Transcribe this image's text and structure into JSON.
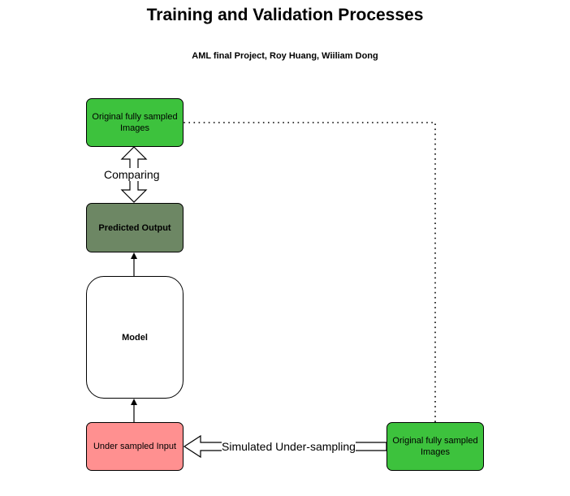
{
  "header": {
    "title": "Training and Validation Processes",
    "subtitle": "AML final Project, Roy Huang, Wiiliam Dong"
  },
  "nodes": {
    "original_top": {
      "label": "Original fully sampled Images",
      "fill": "#3dc23d"
    },
    "predicted": {
      "label": "Predicted Output",
      "fill": "#6d8764"
    },
    "model": {
      "label": "Model",
      "fill": "#ffffff"
    },
    "undersampled": {
      "label": "Under sampled Input",
      "fill": "#ff9090"
    },
    "original_bottom": {
      "label": "Original fully sampled Images",
      "fill": "#3dc23d"
    }
  },
  "edges": {
    "comparing_label": "Comparing",
    "simulated_label": "Simulated Under-sampling"
  }
}
